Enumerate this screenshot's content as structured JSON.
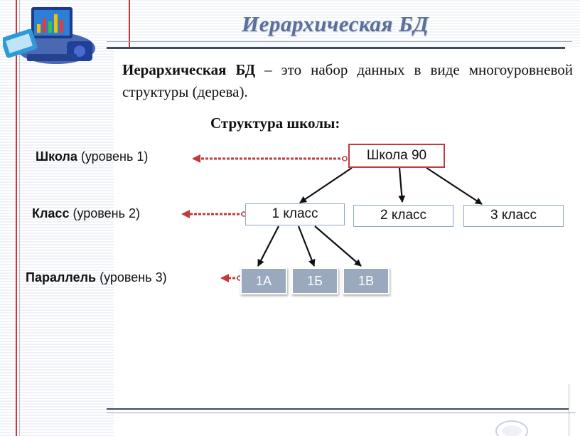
{
  "title": "Иерархическая БД",
  "description": {
    "term": "Иерархическая БД",
    "definition": " – это набор данных в виде многоуровневой структуры (дерева)."
  },
  "structure_heading": "Структура школы:",
  "levels": [
    {
      "name": "Школа",
      "suffix": " (уровень 1)"
    },
    {
      "name": "Класс",
      "suffix": " (уровень 2)"
    },
    {
      "name": "Параллель",
      "suffix": " (уровень 3)"
    }
  ],
  "nodes": {
    "root": "Школа 90",
    "classes": [
      "1 класс",
      "2 класс",
      "3 класс"
    ],
    "parallels": [
      "1А",
      "1Б",
      "1В"
    ]
  },
  "colors": {
    "accent_red": "#c23a3a",
    "title_blue": "#5a6f9a",
    "parallel_fill": "#9aa9bd",
    "box_border": "#8fa7c4"
  }
}
